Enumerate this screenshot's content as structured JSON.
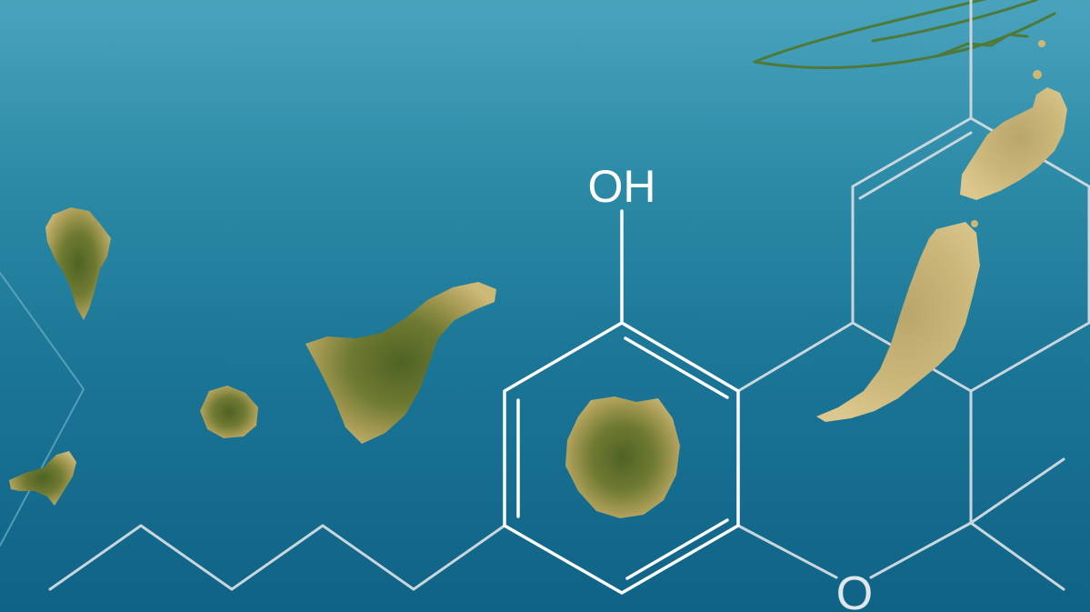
{
  "molecule": {
    "hydroxyl_label": "OH",
    "oxygen_label": "O"
  },
  "colors": {
    "background_top": "#4aa3bd",
    "background_bottom": "#0f6386",
    "bond_primary": "#ffffff",
    "bond_secondary": "#c9d6dc",
    "island_light": "#c9b274",
    "island_mid": "#9a9149",
    "island_dark": "#5a6a2a",
    "leaf_outline": "#4d7a3a"
  },
  "icons": {
    "leaf": "leaf-outline-icon",
    "islands": "canary-islands-map"
  }
}
